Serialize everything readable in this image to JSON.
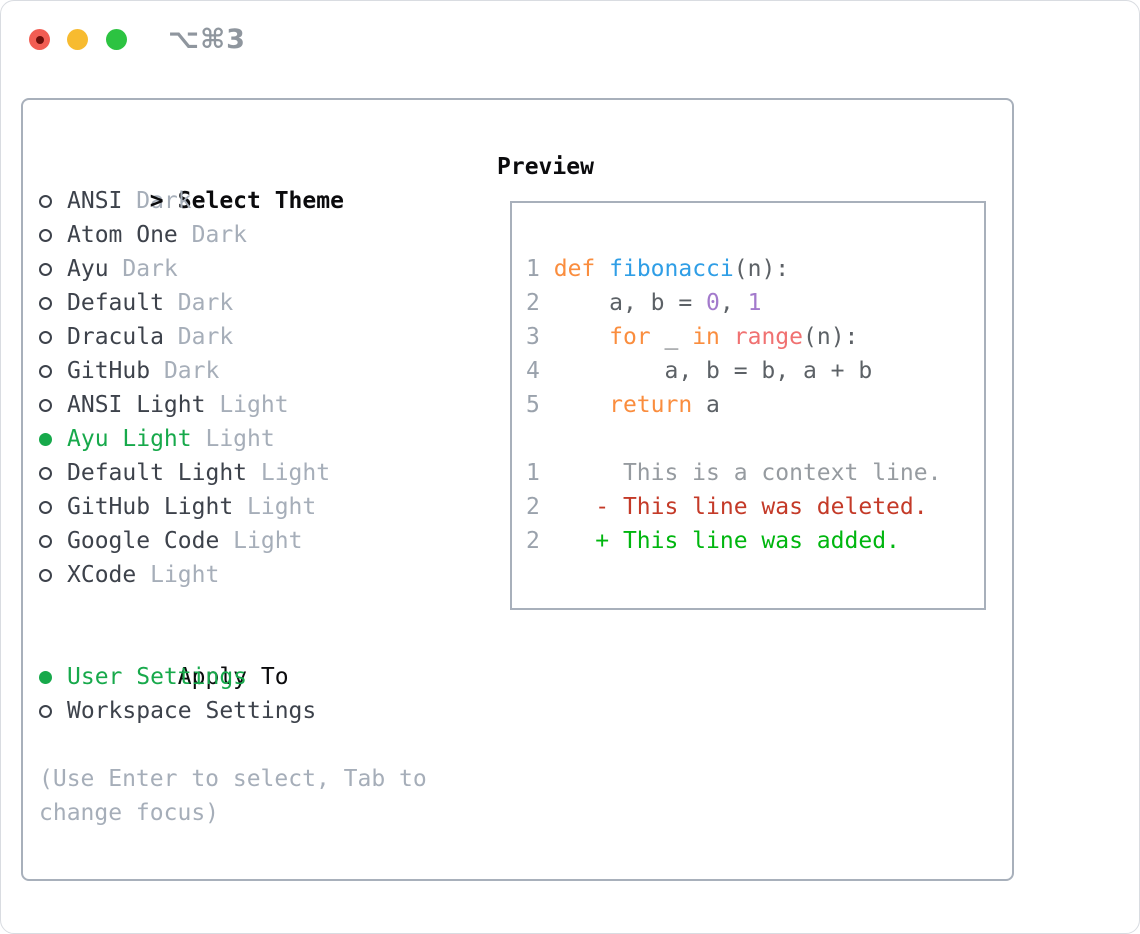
{
  "window": {
    "title": "⌥⌘3",
    "traffic_lights": [
      "close",
      "minimize",
      "maximize"
    ]
  },
  "theme_selector": {
    "prompt": ">",
    "header": "Select Theme",
    "themes": [
      {
        "name": "ANSI",
        "variant": "Dark",
        "selected": false
      },
      {
        "name": "Atom One",
        "variant": "Dark",
        "selected": false
      },
      {
        "name": "Ayu",
        "variant": "Dark",
        "selected": false
      },
      {
        "name": "Default",
        "variant": "Dark",
        "selected": false
      },
      {
        "name": "Dracula",
        "variant": "Dark",
        "selected": false
      },
      {
        "name": "GitHub",
        "variant": "Dark",
        "selected": false
      },
      {
        "name": "ANSI Light",
        "variant": "Light",
        "selected": false
      },
      {
        "name": "Ayu Light",
        "variant": "Light",
        "selected": true
      },
      {
        "name": "Default Light",
        "variant": "Light",
        "selected": false
      },
      {
        "name": "GitHub Light",
        "variant": "Light",
        "selected": false
      },
      {
        "name": "Google Code",
        "variant": "Light",
        "selected": false
      },
      {
        "name": "XCode",
        "variant": "Light",
        "selected": false
      }
    ]
  },
  "apply_to": {
    "header": "Apply To",
    "options": [
      {
        "label": "User Settings",
        "selected": true
      },
      {
        "label": "Workspace Settings",
        "selected": false
      }
    ]
  },
  "hint": {
    "text": "(Use Enter to select, Tab to change focus)"
  },
  "preview": {
    "header": "Preview",
    "code_lines": [
      {
        "num": "1",
        "tokens": [
          {
            "t": " ",
            "c": "text"
          },
          {
            "t": "def",
            "c": "keyword"
          },
          {
            "t": " ",
            "c": "text"
          },
          {
            "t": "fibonacci",
            "c": "func"
          },
          {
            "t": "(n):",
            "c": "text"
          }
        ]
      },
      {
        "num": "2",
        "tokens": [
          {
            "t": "     a, b = ",
            "c": "text"
          },
          {
            "t": "0",
            "c": "number"
          },
          {
            "t": ", ",
            "c": "text"
          },
          {
            "t": "1",
            "c": "number"
          }
        ]
      },
      {
        "num": "3",
        "tokens": [
          {
            "t": "     ",
            "c": "text"
          },
          {
            "t": "for",
            "c": "keyword"
          },
          {
            "t": " _ ",
            "c": "text"
          },
          {
            "t": "in",
            "c": "keyword"
          },
          {
            "t": " ",
            "c": "text"
          },
          {
            "t": "range",
            "c": "builtin"
          },
          {
            "t": "(n):",
            "c": "text"
          }
        ]
      },
      {
        "num": "4",
        "tokens": [
          {
            "t": "         a, b = b, a + b",
            "c": "text"
          }
        ]
      },
      {
        "num": "5",
        "tokens": [
          {
            "t": "     ",
            "c": "text"
          },
          {
            "t": "return",
            "c": "keyword"
          },
          {
            "t": " a",
            "c": "text"
          }
        ]
      }
    ],
    "diff_lines": [
      {
        "num": "1",
        "text": "      This is a context line.",
        "type": "context"
      },
      {
        "num": "2",
        "text": "    - This line was deleted.",
        "type": "deleted"
      },
      {
        "num": "2",
        "text": "    + This line was added.",
        "type": "added"
      }
    ]
  },
  "colors": {
    "accent_green": "#17a94b",
    "text_black": "#0b0b0d",
    "text_dark": "#3d424b",
    "text_muted": "#a6aeb9",
    "panel_border": "#a8b0bb",
    "title_gray": "#8f969e",
    "traffic_red": "#f25d53",
    "traffic_red_dot": "#6d0f0b",
    "traffic_yellow": "#f7bb30",
    "traffic_green": "#2cc341",
    "code_text": "#5c6166",
    "code_linenum": "#9aa2ac",
    "syn_keyword": "#fa8d3e",
    "syn_func": "#2f9ee6",
    "syn_builtin": "#f07171",
    "syn_number": "#a37acc",
    "diff_context": "#969ba0",
    "diff_deleted": "#c43a28",
    "diff_added": "#00b60f"
  }
}
